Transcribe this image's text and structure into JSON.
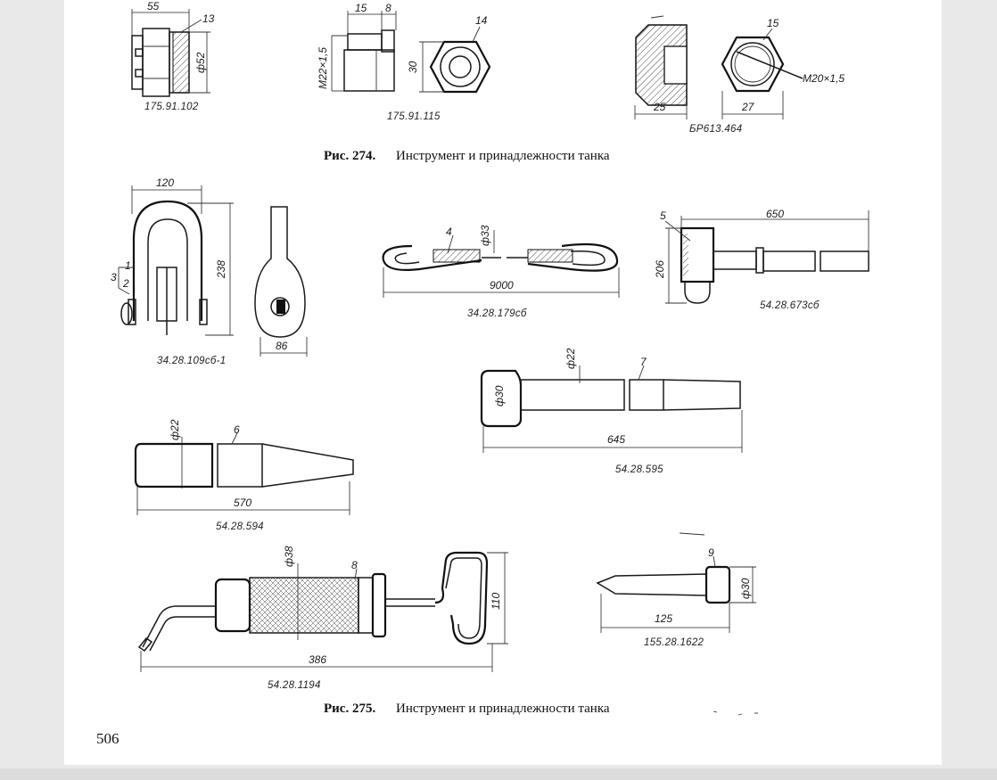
{
  "page_number": "506",
  "fig274": {
    "caption_num": "Рис. 274.",
    "caption_text": "Инструмент и принадлежности танка",
    "part_a": {
      "num": "13",
      "dim_w": "55",
      "dim_d": "ф52",
      "code": "175.91.102"
    },
    "part_b": {
      "num": "14",
      "dim_a": "15",
      "dim_b": "8",
      "dim_thread": "M22×1,5",
      "dim_h": "30",
      "code": "175.91.115"
    },
    "part_c": {
      "num": "15",
      "dim_w1": "25",
      "dim_w2": "27",
      "dim_thread": "M20×1,5",
      "code": "БР613.464"
    }
  },
  "fig275": {
    "caption_num": "Рис. 275.",
    "caption_text": "Инструмент и принадлежности танка",
    "shackle": {
      "num1": "1",
      "num2": "2",
      "num3": "3",
      "dim_w": "120",
      "dim_h": "238",
      "dim_side": "86",
      "code": "34.28.109сб-1"
    },
    "cable": {
      "num": "4",
      "dim_d": "ф33",
      "dim_len": "9000",
      "code": "34.28.179сб"
    },
    "wrench": {
      "num": "5",
      "dim_len": "650",
      "dim_h": "206",
      "code": "54.28.673сб"
    },
    "bar7": {
      "num": "7",
      "dim_d1": "ф22",
      "dim_d2": "ф30",
      "dim_len": "645",
      "code": "54.28.595"
    },
    "bar6": {
      "num": "6",
      "dim_d": "ф22",
      "dim_len": "570",
      "code": "54.28.594"
    },
    "grease_gun": {
      "num": "8",
      "dim_d": "ф38",
      "dim_h": "110",
      "dim_len": "386",
      "code": "54.28.1194"
    },
    "drift": {
      "num": "9",
      "dim_d": "ф30",
      "dim_len": "125",
      "code": "155.28.1622"
    }
  }
}
